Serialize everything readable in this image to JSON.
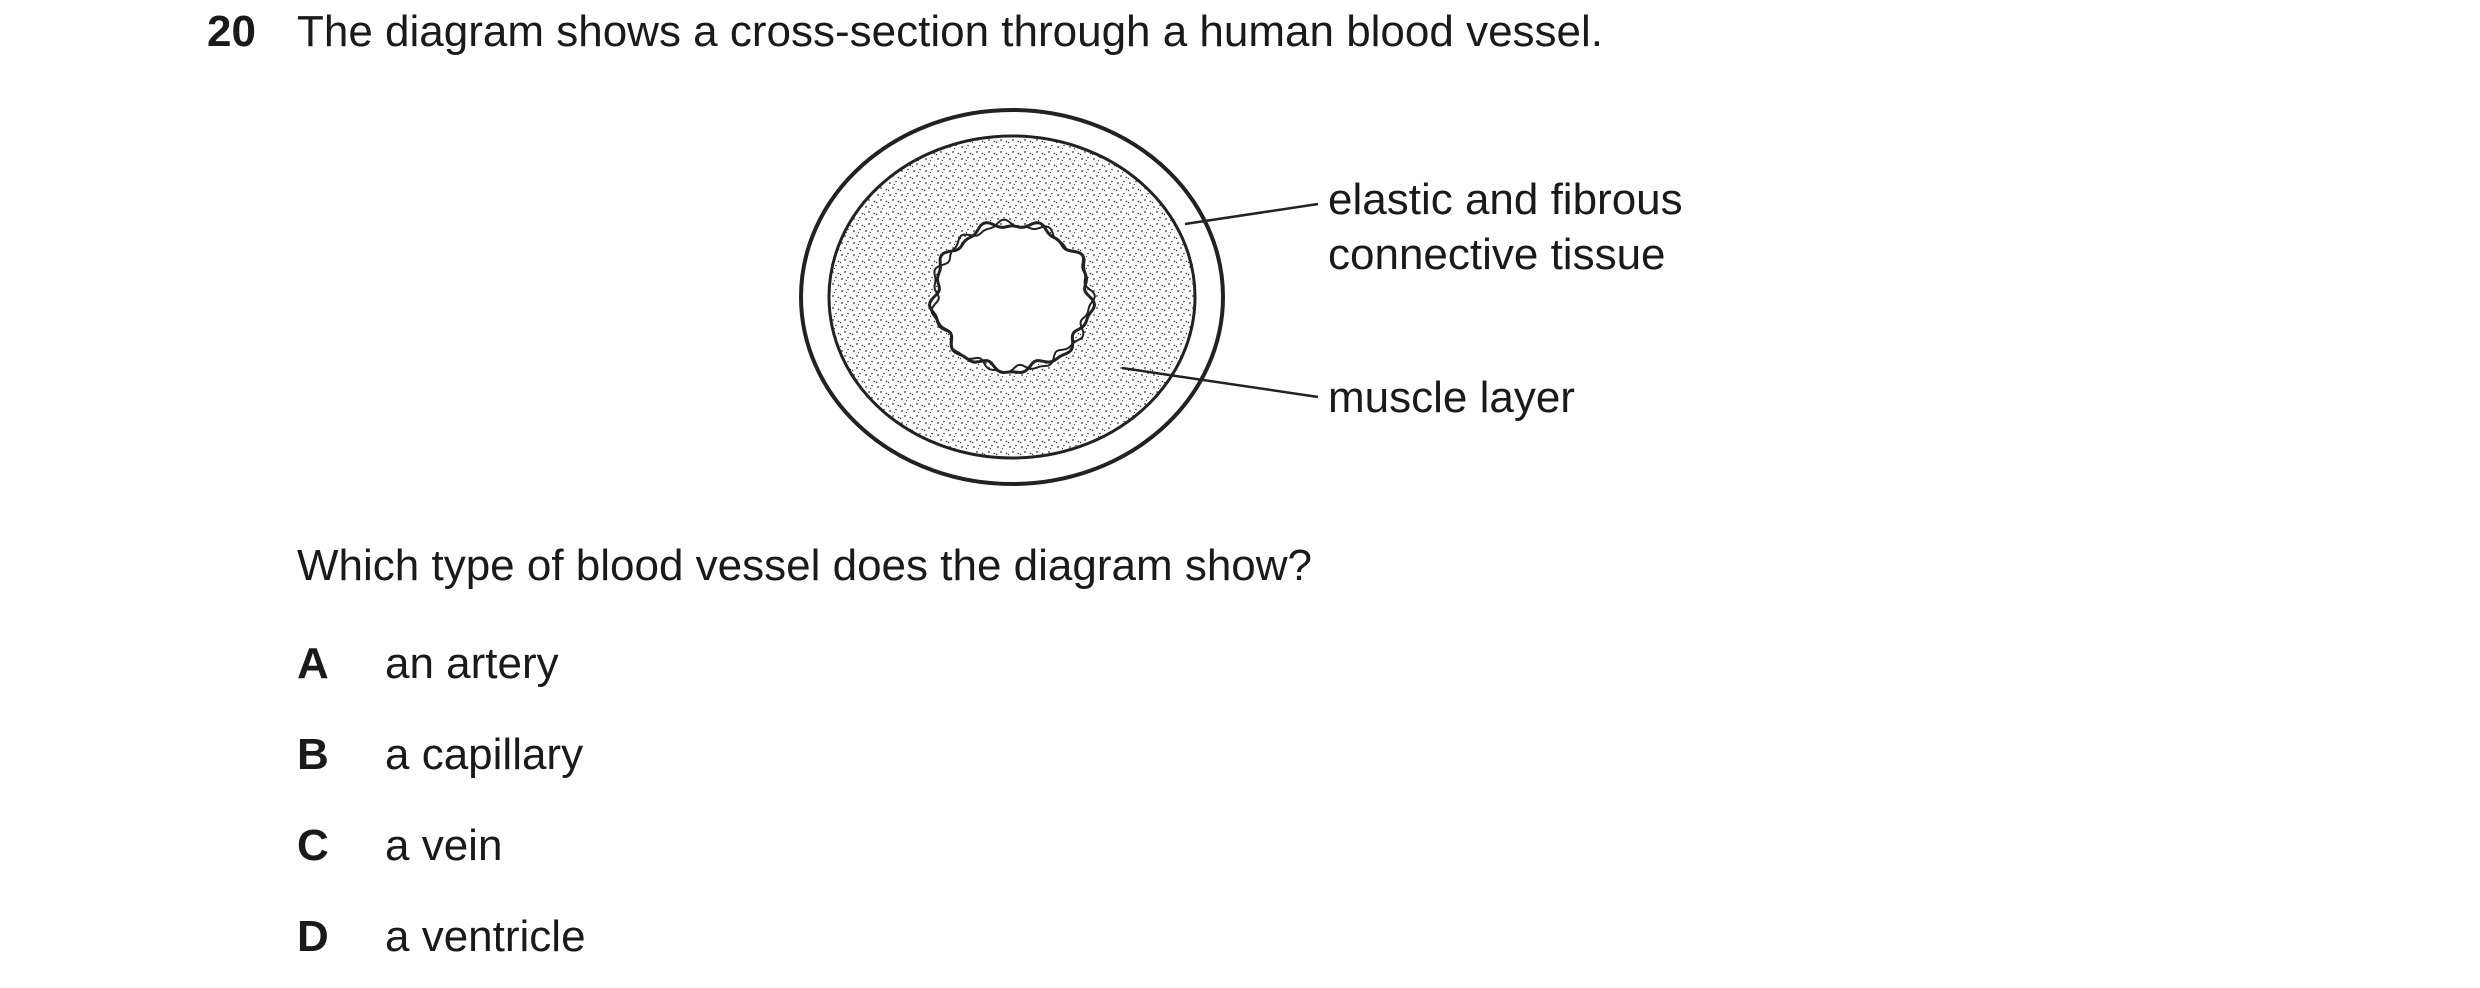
{
  "question": {
    "number": "20",
    "stem": "The diagram shows a cross-section through a human blood vessel.",
    "prompt": "Which type of blood vessel does the diagram show?"
  },
  "diagram": {
    "labels": {
      "outer_layer_line1": "elastic and fibrous",
      "outer_layer_line2": "connective tissue",
      "muscle": "muscle layer"
    }
  },
  "options": [
    {
      "letter": "A",
      "text": "an artery"
    },
    {
      "letter": "B",
      "text": "a capillary"
    },
    {
      "letter": "C",
      "text": "a vein"
    },
    {
      "letter": "D",
      "text": "a ventricle"
    }
  ]
}
